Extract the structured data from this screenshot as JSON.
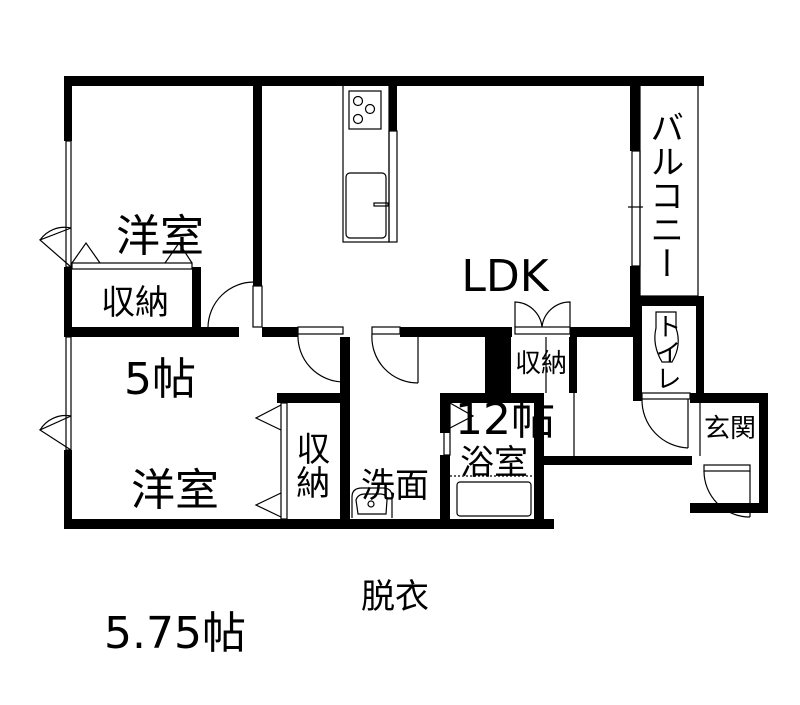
{
  "colors": {
    "wall": "#000000",
    "background": "#ffffff",
    "fixture_line": "#555555"
  },
  "rooms": {
    "western_room_1": {
      "name": "洋室",
      "size": "5帖"
    },
    "ldk": {
      "name": "LDK",
      "size": "12帖"
    },
    "balcony": {
      "name": "バルコニー"
    },
    "storage_1": {
      "name": "収納"
    },
    "western_room_2": {
      "name": "洋室",
      "size": "5.75帖"
    },
    "storage_2": {
      "name": "収納"
    },
    "washroom": {
      "name_line1": "洗面",
      "name_line2": "脱衣"
    },
    "storage_3": {
      "name": "収納"
    },
    "bathroom": {
      "name": "浴室"
    },
    "toilet": {
      "name": "トイレ"
    },
    "entrance": {
      "name": "玄関"
    }
  },
  "fixtures": [
    "stove-3-burner",
    "kitchen-sink",
    "washbasin",
    "bathtub",
    "toilet-bowl"
  ]
}
